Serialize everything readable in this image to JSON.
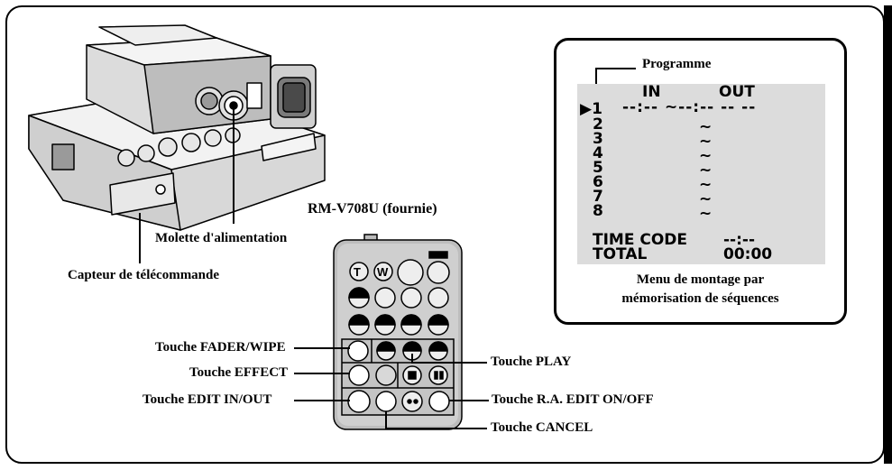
{
  "labels": {
    "remote_model": "RM-V708U (fournie)",
    "power_dial": "Molette d'alimentation",
    "remote_sensor": "Capteur de télécommande",
    "fader_wipe": "Touche FADER/WIPE",
    "effect": "Touche EFFECT",
    "edit_in_out": "Touche EDIT IN/OUT",
    "play": "Touche PLAY",
    "ra_edit": "Touche R.A. EDIT ON/OFF",
    "cancel": "Touche CANCEL"
  },
  "remote_buttons": {
    "t": "T",
    "w": "W"
  },
  "menu": {
    "program_label": "Programme",
    "col_in": "IN",
    "col_out": "OUT",
    "row1_marker": "▶1",
    "row1_values": "--:-- ~--:-- -- --",
    "rows": [
      "2",
      "3",
      "4",
      "5",
      "6",
      "7",
      "8"
    ],
    "tilde": "~",
    "time_code_label": "TIME CODE",
    "time_code_value": "--:--",
    "total_label": "TOTAL",
    "total_value": "00:00",
    "caption_line1": "Menu de montage par",
    "caption_line2": "mémorisation de séquences"
  }
}
